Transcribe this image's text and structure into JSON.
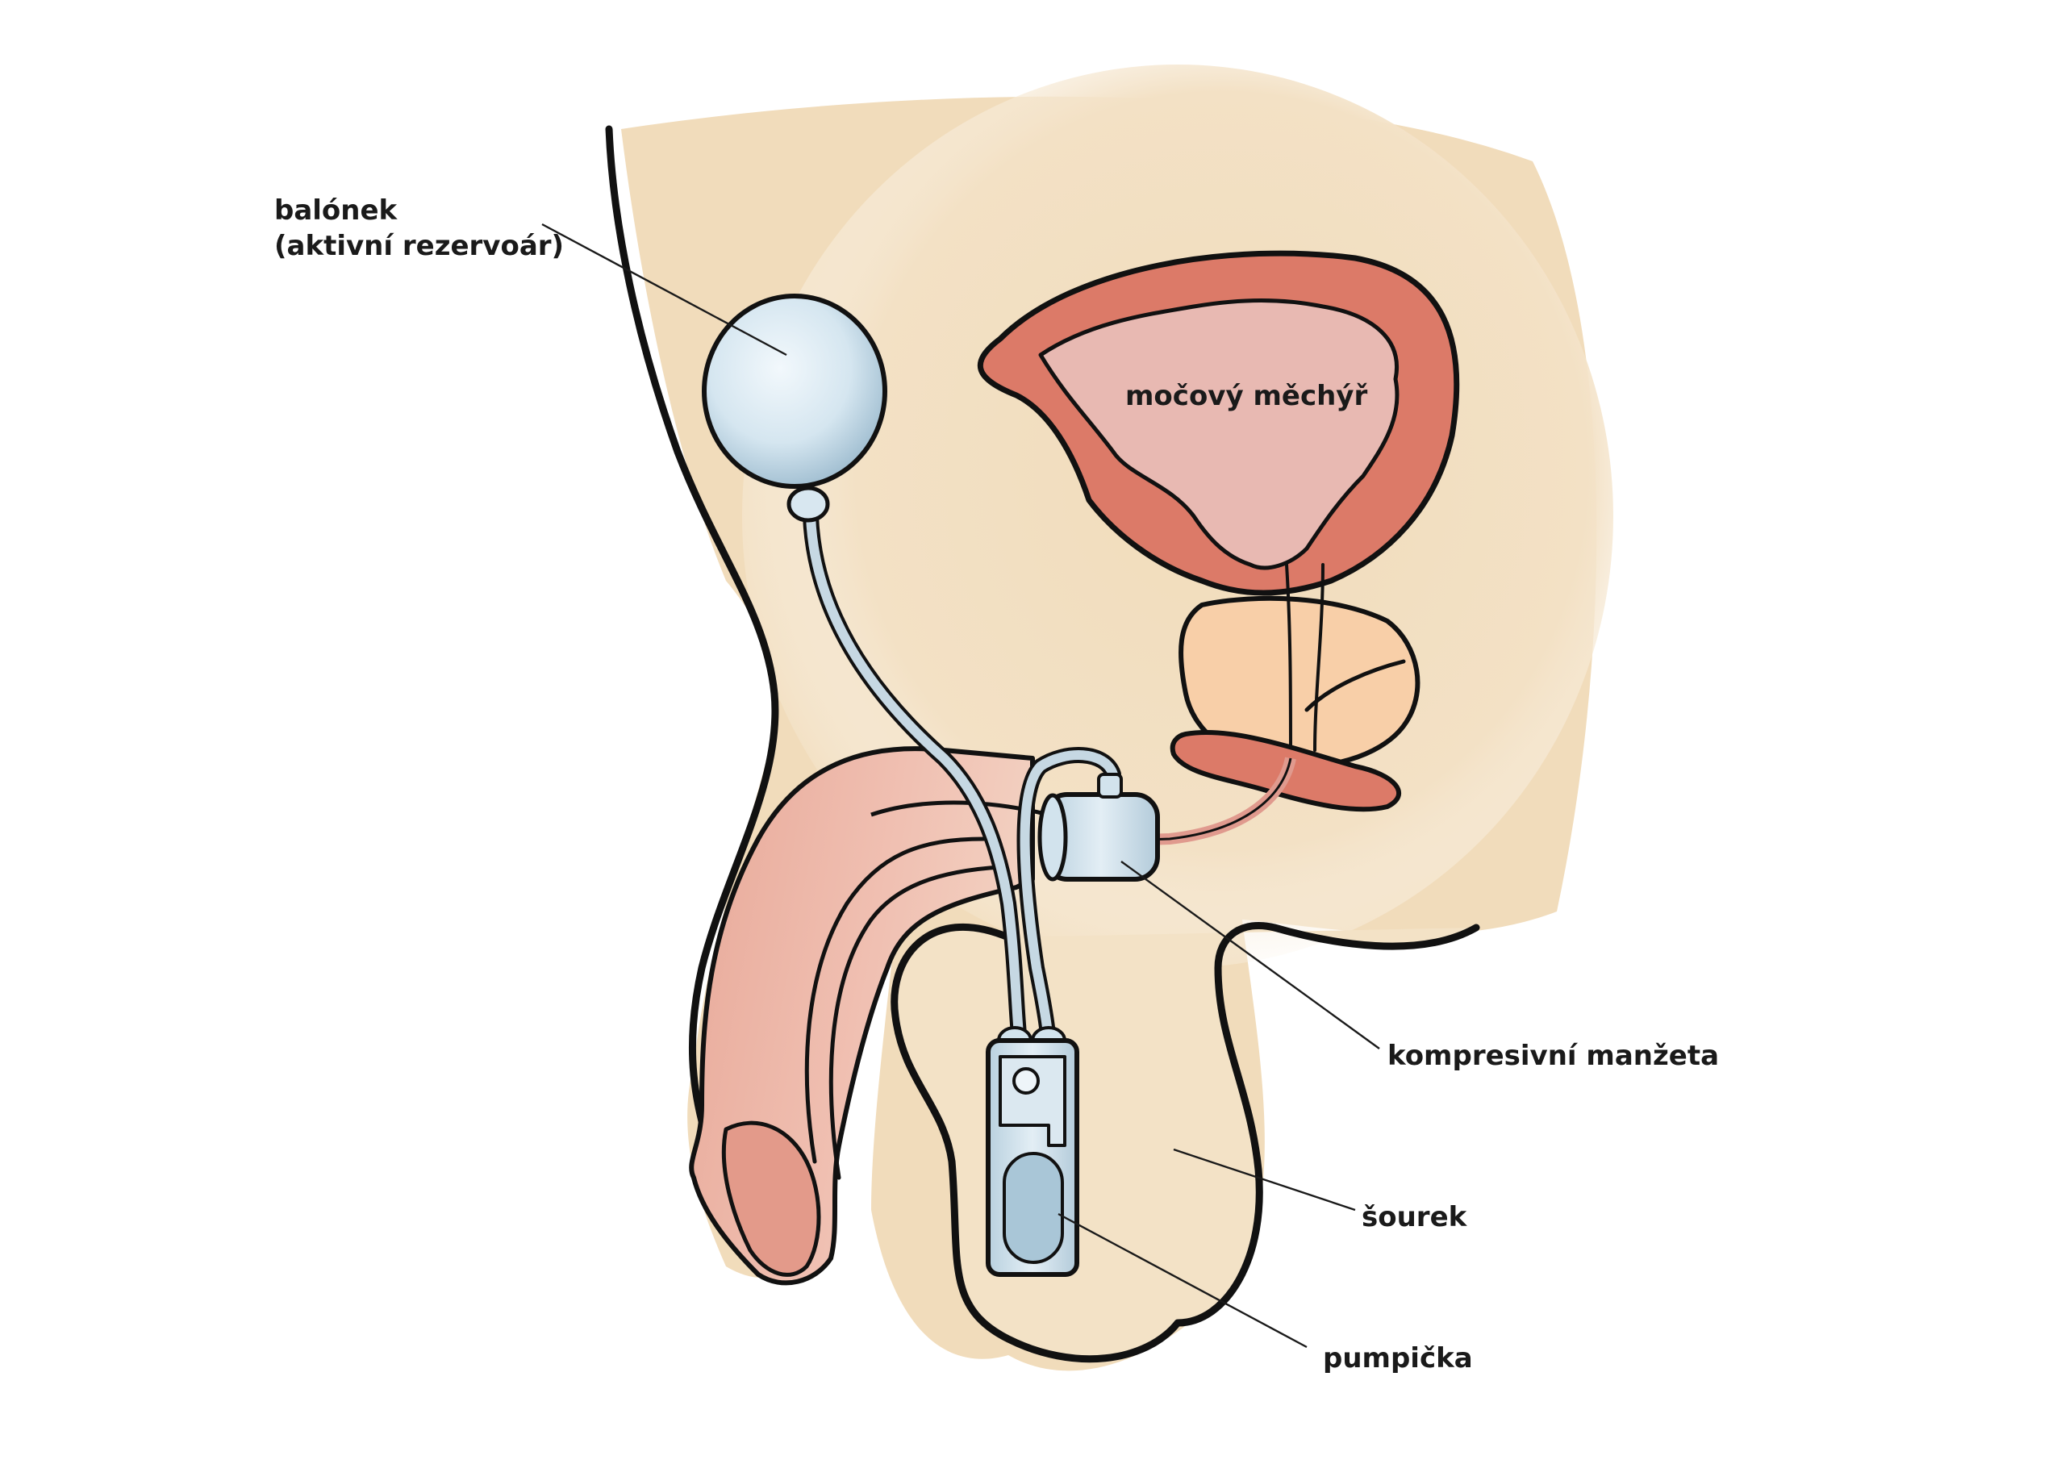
{
  "labels": {
    "balloon": [
      "balónek",
      "(aktivní rezervoár)"
    ],
    "bladder": "močový měchýř",
    "cuff": "kompresivní manžeta",
    "scrotum": "šourek",
    "pump": "pumpička"
  },
  "colors": {
    "skin": "#f1dcbb",
    "skin_light": "#f6e8d2",
    "bladder_wall": "#dc7a68",
    "bladder_inner": "#e8b9b2",
    "prostate": "#f8cfa8",
    "penis": "#e6a394",
    "urethra": "#e09a8e",
    "device": "#c9dde8",
    "tube": "#c6d8e3",
    "outline": "#111111"
  }
}
